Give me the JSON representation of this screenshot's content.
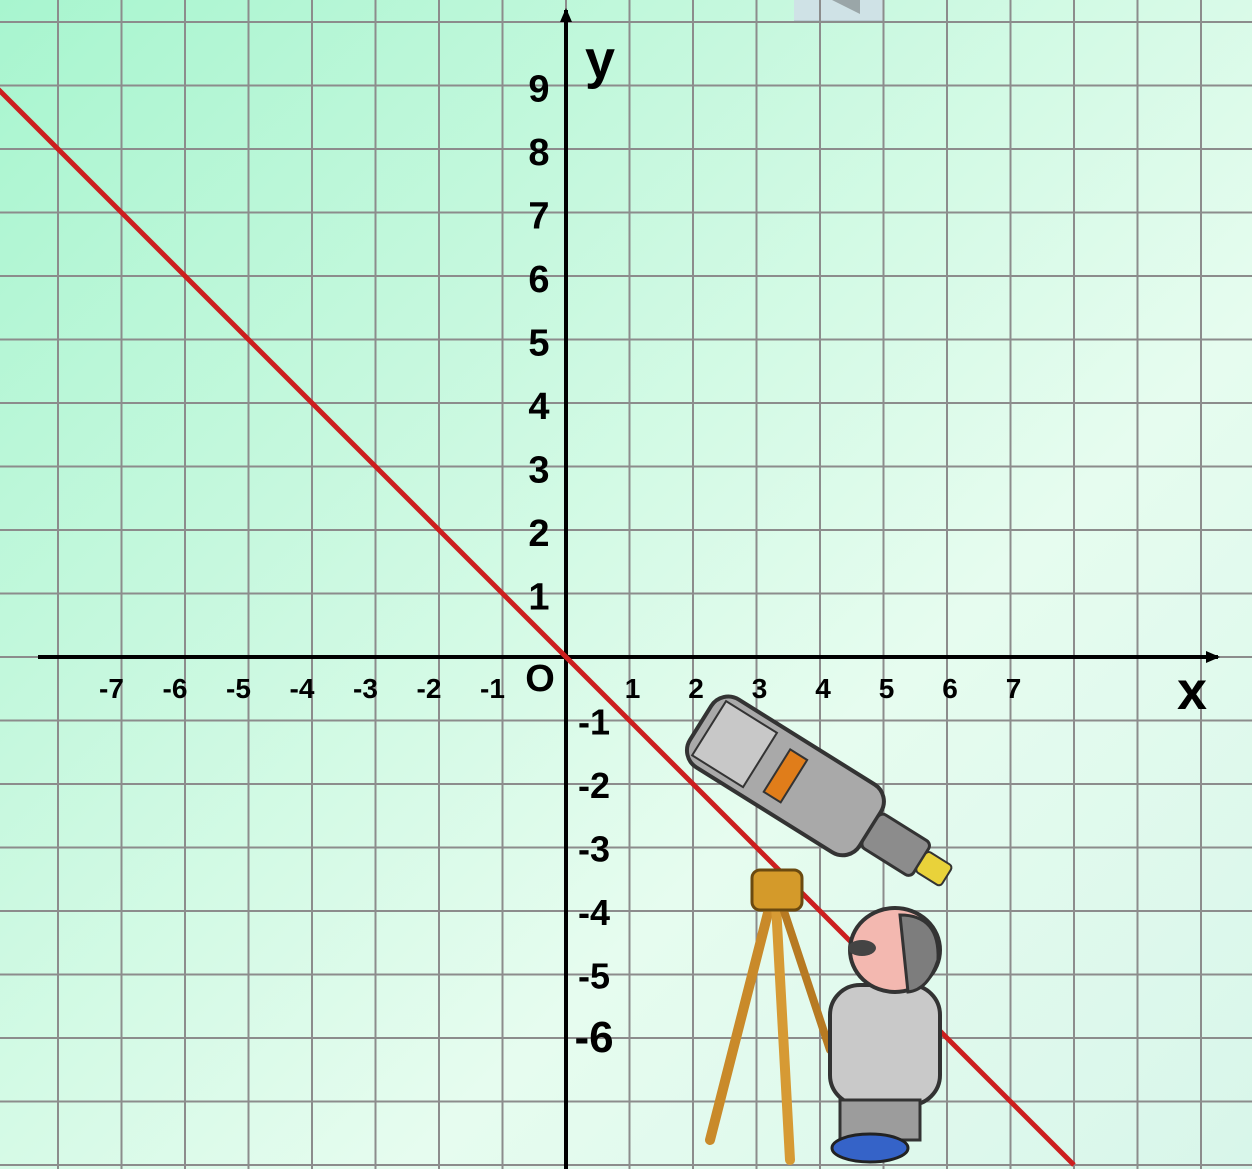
{
  "nav": {
    "prev_icon": "triangle-left-icon",
    "clipped_text": ""
  },
  "chart_data": {
    "type": "line",
    "title": "",
    "xlabel": "x",
    "ylabel": "y",
    "origin_label": "O",
    "xlim": [
      -8.8,
      10
    ],
    "ylim": [
      -8,
      10
    ],
    "grid": true,
    "x_ticks": [
      "-7",
      "-6",
      "-5",
      "-4",
      "-3",
      "-2",
      "-1",
      "1",
      "2",
      "3",
      "4",
      "5",
      "6",
      "7"
    ],
    "y_ticks_pos": [
      "1",
      "2",
      "3",
      "4",
      "5",
      "6",
      "7",
      "8",
      "9"
    ],
    "y_ticks_neg": [
      "-1",
      "-2",
      "-3",
      "-4",
      "-5",
      "-6"
    ],
    "series": [
      {
        "x": [
          -9,
          8
        ],
        "y": [
          9,
          -8
        ],
        "color": "#cc1f1f"
      }
    ],
    "decorations": [
      "astronomer-with-telescope-illustration"
    ]
  }
}
